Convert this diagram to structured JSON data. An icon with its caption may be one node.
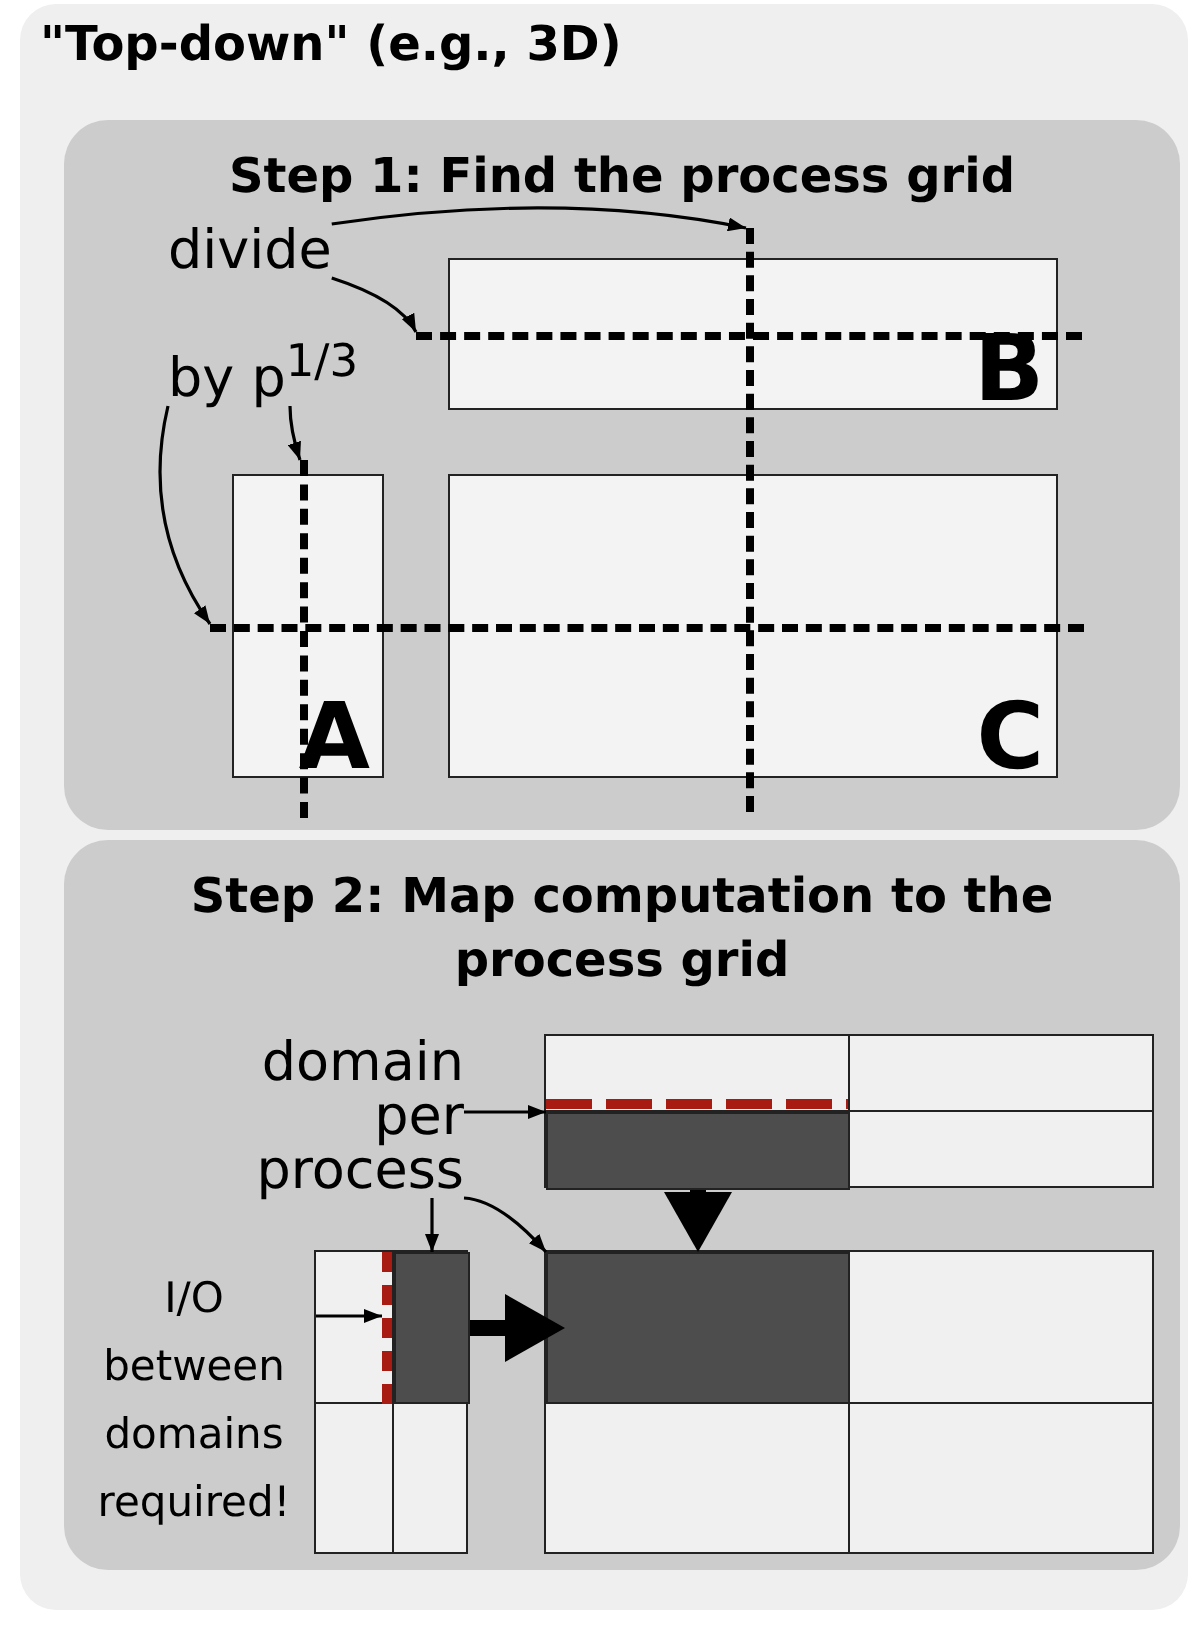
{
  "diagram": {
    "nodes": [
      {
        "text": [
          "\"Top-down\" (e.g., 3D)"
        ]
      },
      {
        "text": [
          "Step 1: Find the process grid"
        ],
        "in": 0
      },
      {
        "text": [
          "divide"
        ],
        "in": 1
      },
      {
        "text": [
          "by p$^{1/3}$"
        ],
        "in": 1
      },
      {
        "text": [
          "B"
        ],
        "in": 1
      },
      {
        "text": [
          "A"
        ],
        "in": 1
      },
      {
        "text": [
          "C"
        ],
        "in": 1
      },
      {
        "text": [],
        "shape": "line",
        "in": 1
      },
      {
        "text": [],
        "shape": "line",
        "in": 1
      },
      {
        "text": [],
        "shape": "line",
        "in": 1
      },
      {
        "text": [],
        "shape": "line",
        "in": 1
      },
      {
        "text": [
          "Step 2: Map computation to the process grid"
        ],
        "in": 0
      },
      {
        "text": [
          "domain per process"
        ],
        "in": 11
      },
      {
        "text": [
          "I/O between domains required!"
        ],
        "in": 11
      },
      {
        "text": [],
        "shape": "box",
        "in": 11
      },
      {
        "text": [],
        "shape": "box",
        "in": 14
      },
      {
        "text": [],
        "shape": "box",
        "in": 11
      },
      {
        "text": [],
        "shape": "line",
        "in": 16
      },
      {
        "text": [],
        "shape": "box",
        "in": 16
      },
      {
        "text": [],
        "shape": "box",
        "in": 11
      },
      {
        "text": [],
        "shape": "box",
        "in": 19
      }
    ],
    "edges": [
      {
        "from": 2,
        "to": 7,
        "arrow": "to"
      },
      {
        "from": 2,
        "to": 8,
        "arrow": "to"
      },
      {
        "from": 3,
        "to": 9,
        "arrow": "to"
      },
      {
        "from": 3,
        "to": 10,
        "arrow": "to"
      },
      {
        "from": 12,
        "to": 15,
        "arrow": "to"
      },
      {
        "from": 12,
        "to": 18,
        "arrow": "to"
      },
      {
        "from": 12,
        "to": 20,
        "arrow": "to"
      },
      {
        "from": 13,
        "to": 17,
        "arrow": "to"
      },
      {
        "from": 15,
        "to": 20,
        "arrow": "to",
        "style": "thick"
      },
      {
        "from": 18,
        "to": 20,
        "arrow": "to",
        "style": "thick"
      }
    ]
  }
}
